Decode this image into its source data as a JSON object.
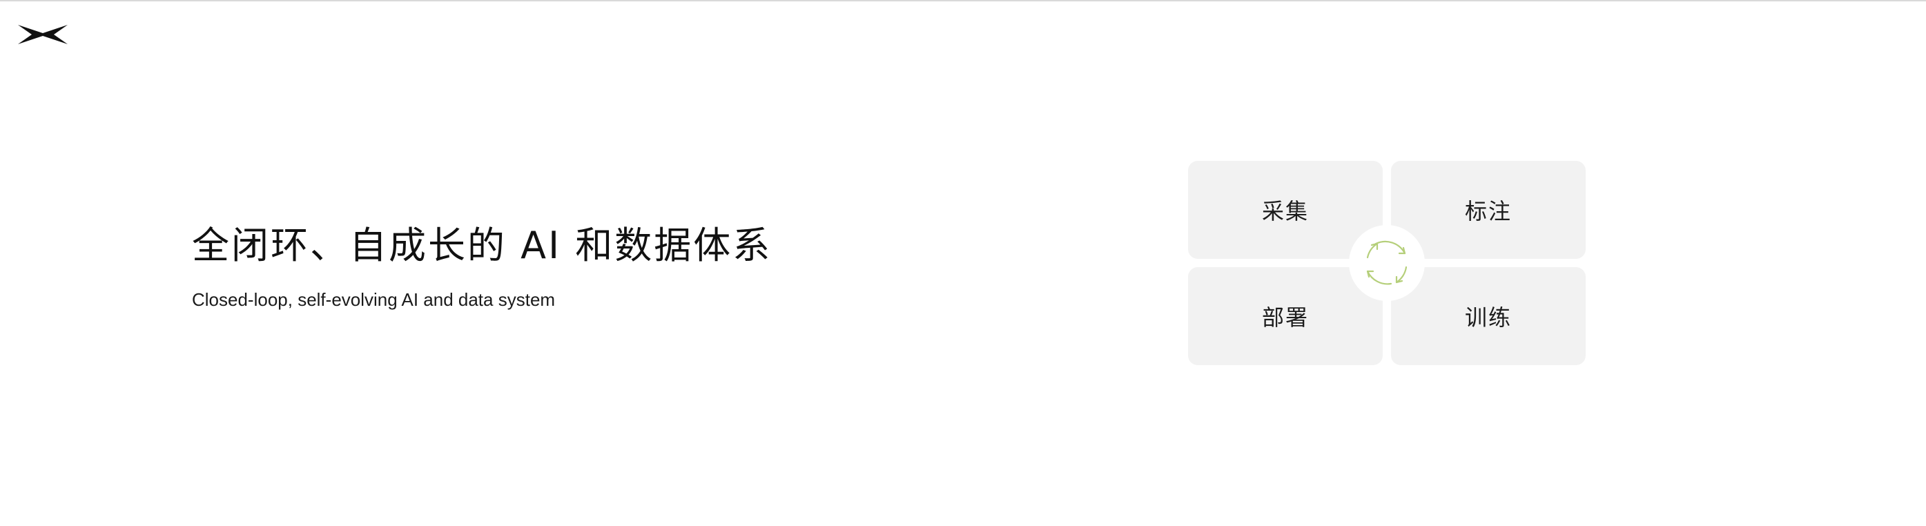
{
  "logo": {
    "icon": "brand-x-logo-icon"
  },
  "hero": {
    "title": "全闭环、自成长的 AI 和数据体系",
    "subtitle": "Closed-loop, self-evolving AI and data system"
  },
  "cycle": {
    "steps": [
      {
        "label": "采集"
      },
      {
        "label": "标注"
      },
      {
        "label": "部署"
      },
      {
        "label": "训练"
      }
    ],
    "center_icon": "cycle-arrows-icon",
    "accent_color": "#b5cf7a",
    "tile_color": "#f2f2f2"
  }
}
